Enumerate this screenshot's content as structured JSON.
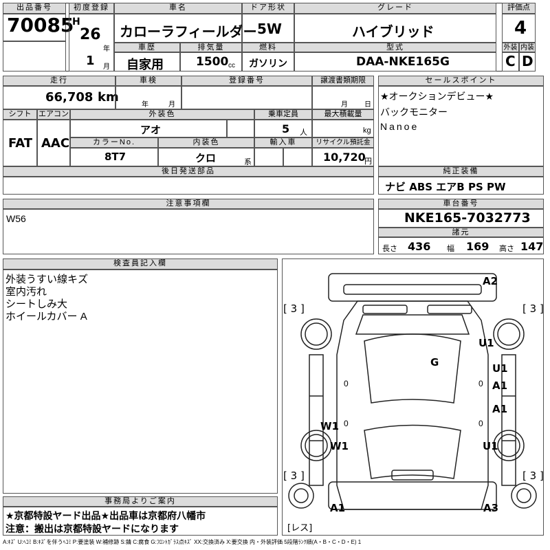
{
  "header": {
    "lot_no_label": "出品番号",
    "lot_no": "70085",
    "first_reg_label": "初度登録",
    "era": "H",
    "year": "26",
    "year_unit": "年",
    "month": "1",
    "month_unit": "月",
    "car_name_label": "車名",
    "car_name": "カローラフィールダー",
    "door_label": "ドア形状",
    "door": "5W",
    "grade_label": "グレード",
    "grade": "ハイブリッド",
    "score_label": "評価点",
    "score": "4",
    "history_label": "車歴",
    "history": "自家用",
    "displacement_label": "排気量",
    "displacement": "1500",
    "displacement_unit": "cc",
    "fuel_label": "燃料",
    "fuel": "ガソリン",
    "model_label": "型式",
    "model": "DAA-NKE165G",
    "ext_label": "外装",
    "int_label": "内装",
    "ext_grade": "C",
    "int_grade": "D"
  },
  "specs": {
    "mileage_label": "走行",
    "mileage": "66,708",
    "mileage_unit": "km",
    "inspection_label": "車検",
    "inspection_year": "年",
    "inspection_month": "月",
    "reg_no_label": "登録番号",
    "transfer_label": "譲渡書類期限",
    "transfer_month": "月",
    "transfer_day": "日",
    "shift_label": "シフト",
    "shift": "FAT",
    "ac_label": "エアコン",
    "ac": "AAC",
    "color_label": "外装色",
    "color": "アオ",
    "capacity_label": "乗車定員",
    "capacity": "5",
    "capacity_unit": "人",
    "load_label": "最大積載量",
    "load_unit": "kg",
    "color_no_label": "カラーNo.",
    "color_no": "8T7",
    "int_color_label": "内装色",
    "int_color": "クロ",
    "int_color_unit": "系",
    "import_label": "輸入車",
    "recycle_label": "リサイクル預託金",
    "recycle": "10,720",
    "recycle_unit": "円",
    "later_parts_label": "後日発送部品"
  },
  "sales_points": {
    "label": "セールスポイント",
    "lines": [
      "★オークションデビュー★",
      "バックモニター",
      "Nanoe"
    ]
  },
  "equipment": {
    "label": "純正装備",
    "value": "ナビ ABS エアB PS PW"
  },
  "notes": {
    "label": "注意事項欄",
    "value": "W56"
  },
  "chassis": {
    "label": "車台番号",
    "value": "NKE165-7032773",
    "dims_label": "諸元",
    "length_label": "長さ",
    "length": "436",
    "width_label": "幅",
    "width": "169",
    "height_label": "高さ",
    "height": "147"
  },
  "inspector": {
    "label": "検査員記入欄",
    "lines": [
      "外装うすい線キズ",
      "室内汚れ",
      "シートしみ大",
      "ホイールカバー A"
    ]
  },
  "office": {
    "label": "事務局よりご案内",
    "lines": [
      "★京都特設ヤード出品★出品車は京都府八幡市",
      "注意：搬出は京都特設ヤードになります"
    ]
  },
  "diagram": {
    "marks": [
      "A2",
      "U1",
      "G",
      "U1",
      "A1",
      "A1",
      "W1",
      "W1",
      "U1",
      "A1",
      "A3"
    ],
    "tire_fl": "3",
    "tire_fr": "3",
    "tire_rl": "3",
    "tire_rr": "3",
    "spare": "レス",
    "zero_1": "0",
    "zero_2": "0",
    "zero_3": "0",
    "zero_4": "0"
  },
  "legend": "A:ｷｽﾞ U:ﾍｺﾐ B:ｷｽﾞを伴うﾍｺﾐ P:要塗装 W:補修跡 S:錆 C:腐食 G:ﾌﾛﾝﾄｶﾞﾗｽ点ｷｽﾞ XX:交換済み X:要交換 内・外装評価 5段階ﾗﾝｸ順(A・B・C・D・E) 1"
}
